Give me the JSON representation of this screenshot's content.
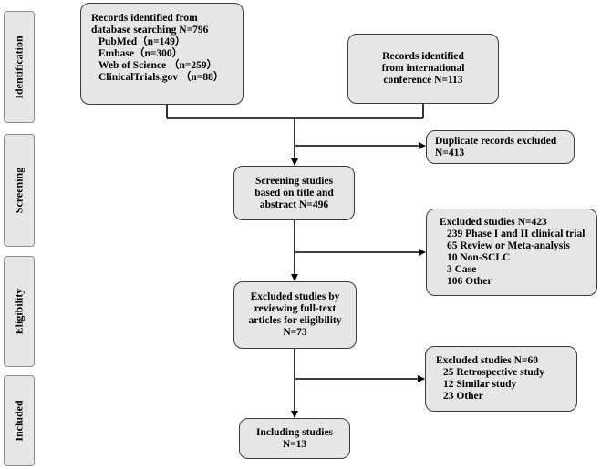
{
  "phases": {
    "identification": "Identification",
    "screening": "Screening",
    "eligibility": "Eligibility",
    "included": "Included"
  },
  "db_search": {
    "title1": "Records identified from",
    "title2": "database searching N=796",
    "sources": [
      "PubMed（n=149）",
      "Embase（n=300）",
      "Web of Science （n=259）",
      "ClinicalTrials.gov （n=88）"
    ]
  },
  "conference": {
    "lines": [
      "Records identified",
      "from international",
      "conference N=113"
    ]
  },
  "duplicates": {
    "lines": [
      "Duplicate records excluded",
      "N=413"
    ]
  },
  "screening": {
    "lines": [
      "Screening studies",
      "based on title and",
      "abstract N=496"
    ]
  },
  "excluded_screening": {
    "title": "Excluded studies N=423",
    "items": [
      "239 Phase I and II clinical trial",
      "65 Review or Meta-analysis",
      "10 Non-SCLC",
      "3 Case",
      "106 Other"
    ]
  },
  "fulltext": {
    "lines": [
      "Excluded studies by",
      "reviewing full-text",
      "articles for eligibility",
      "N=73"
    ]
  },
  "excluded_fulltext": {
    "title": "Excluded studies N=60",
    "items": [
      "25 Retrospective study",
      "12 Similar study",
      "23 Other"
    ]
  },
  "included": {
    "lines": [
      "Including studies",
      "N=13"
    ]
  },
  "colors": {
    "box_fill": "#e6e6e6",
    "box_border": "#3a3a3a",
    "phase_border": "#8c8c8c",
    "arrow": "#000000"
  }
}
